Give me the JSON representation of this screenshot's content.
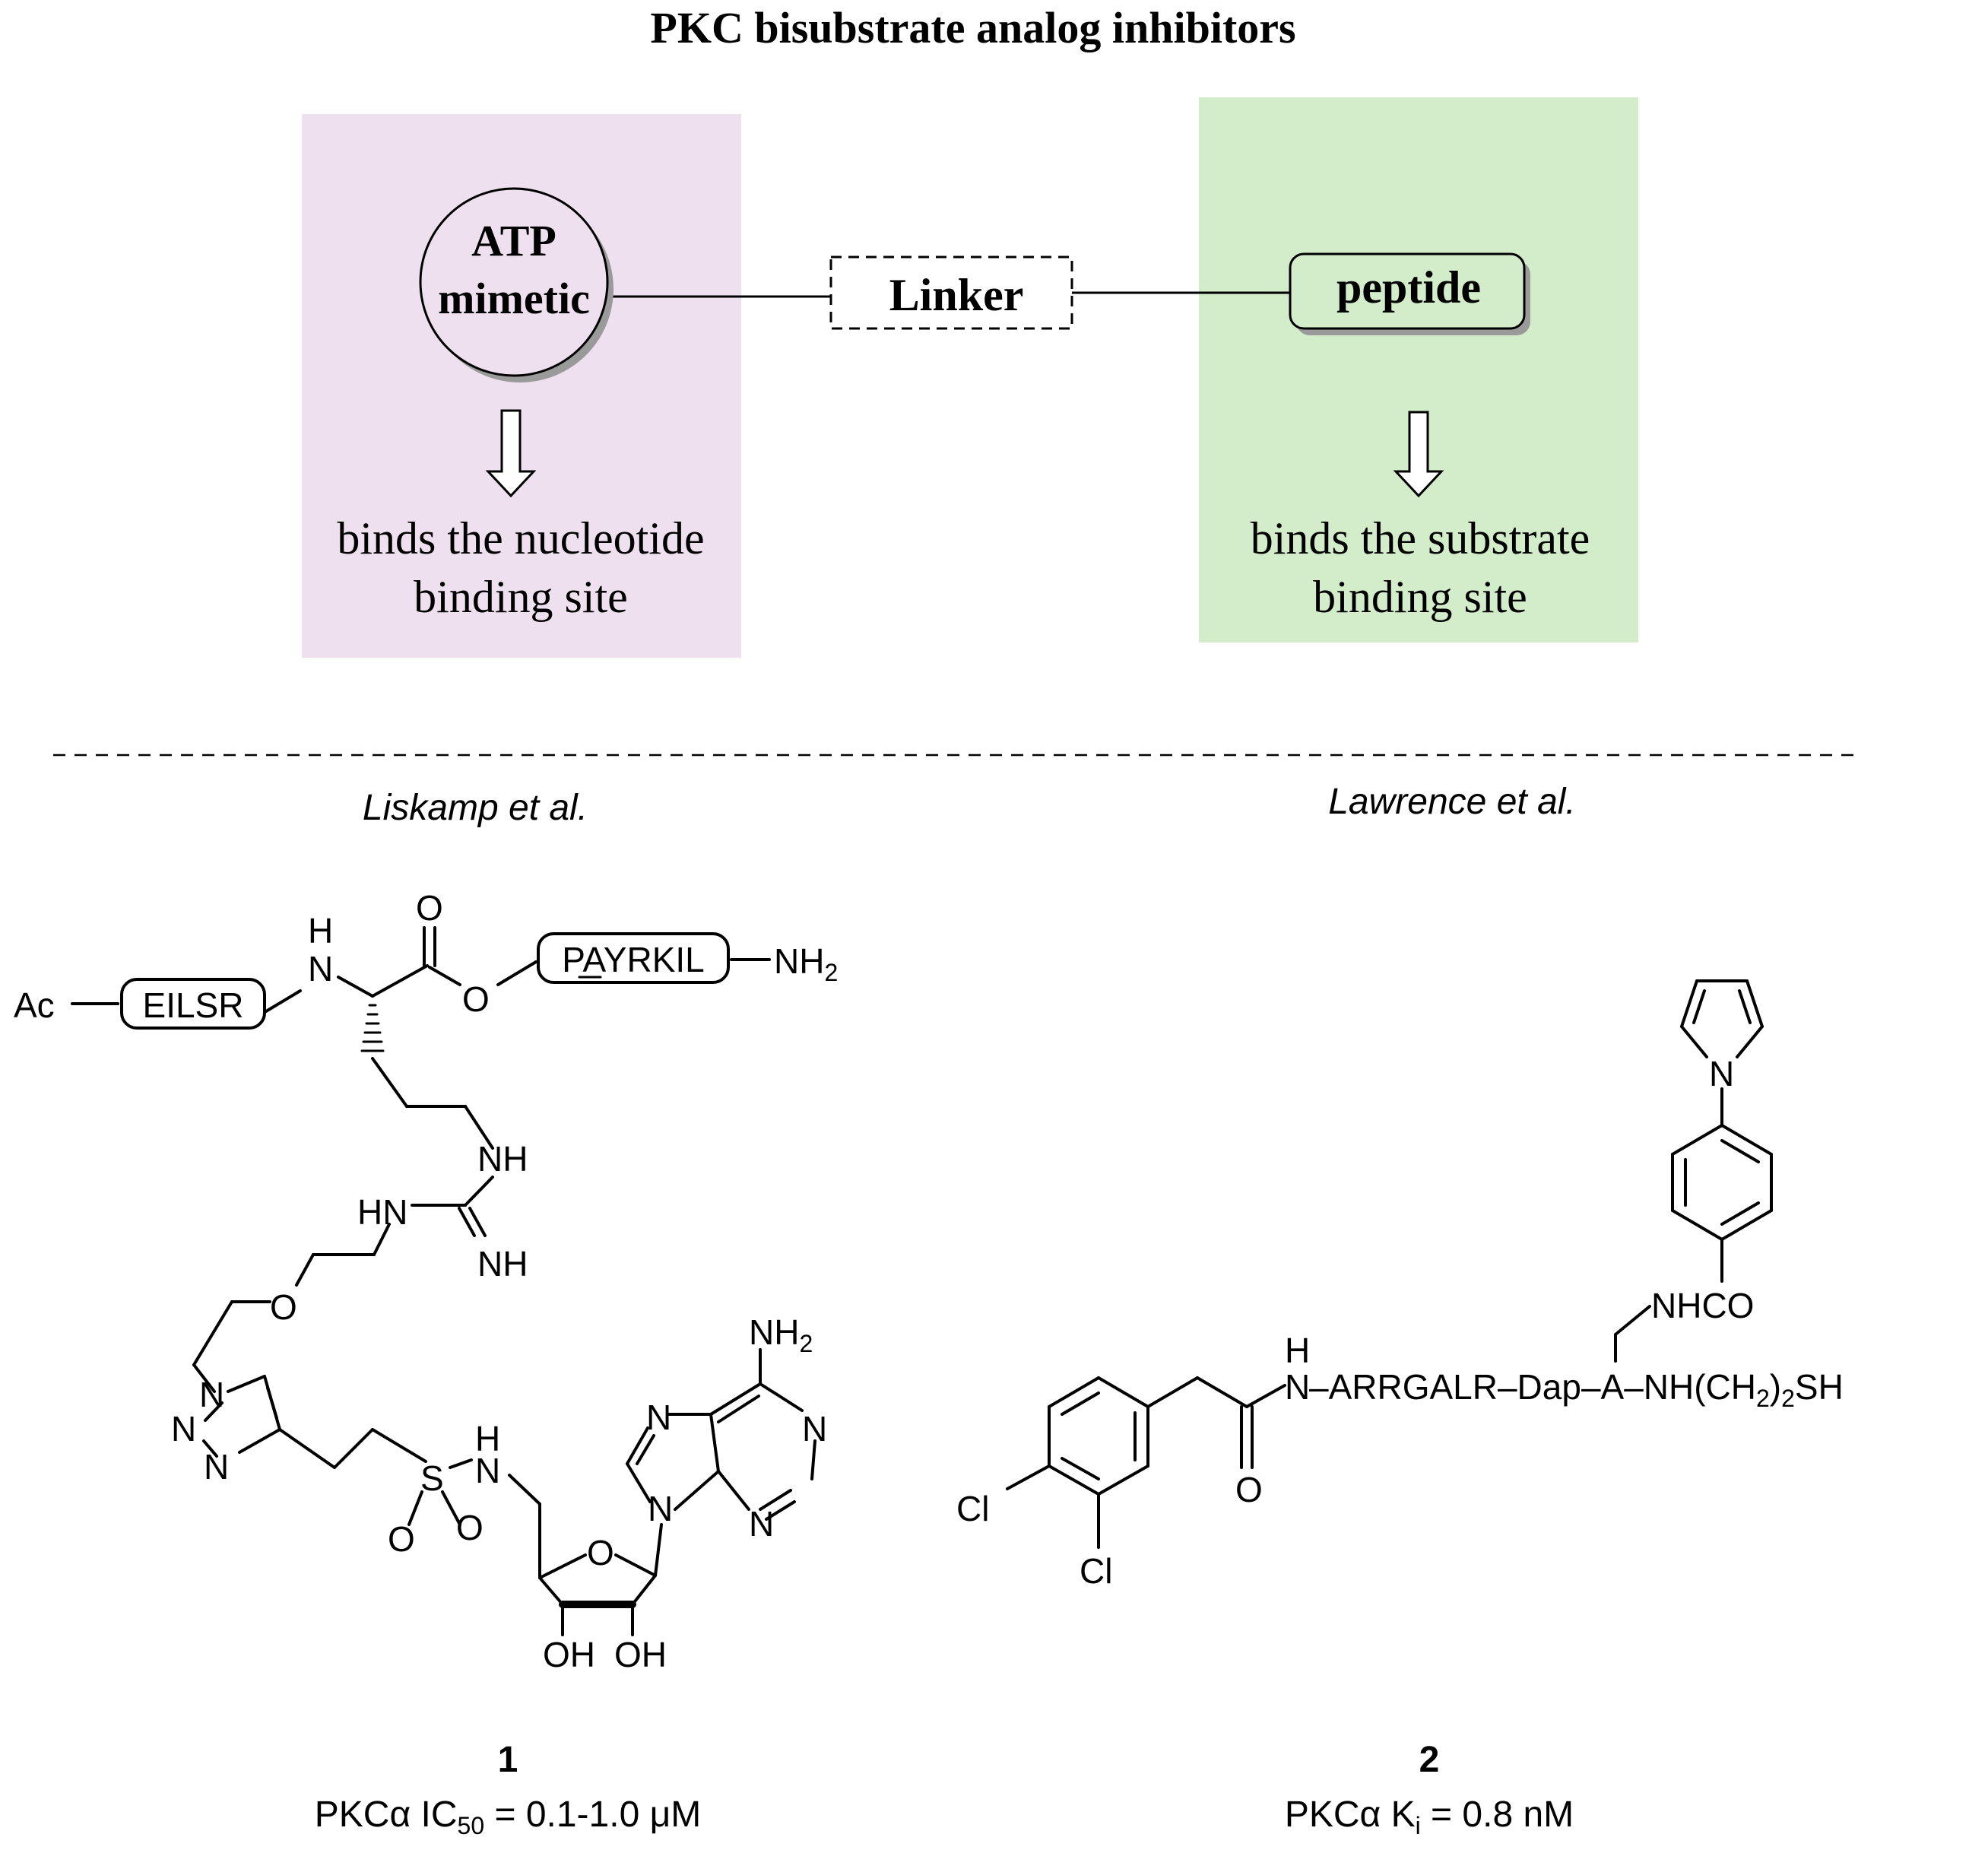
{
  "title": "PKC bisubstrate analog inhibitors",
  "scheme": {
    "atp_mimetic": {
      "line1": "ATP",
      "line2": "mimetic"
    },
    "linker": "Linker",
    "peptide": "peptide",
    "left_caption": {
      "line1": "binds the nucleotide",
      "line2": "binding site"
    },
    "right_caption": {
      "line1": "binds the substrate",
      "line2": "binding site"
    },
    "colors": {
      "left_panel": "#efe0f0",
      "right_panel": "#d3ecc9"
    }
  },
  "compound1": {
    "author": "Liskamp et al.",
    "number": "1",
    "activity": {
      "prefix": "PKCα IC",
      "sub": "50",
      "suffix": " = 0.1-1.0 μM"
    },
    "labels": {
      "ac": "Ac",
      "eilsr": "EILSR",
      "payrkil_p": "P",
      "payrkil_a": "A",
      "payrkil_rest": "YRKIL",
      "nh2_top": "NH",
      "nh2_top_sub": "2",
      "h_amide": "H",
      "n_amide": "N",
      "o_carbonyl": "O",
      "o_ester": "O",
      "nh_guan": "NH",
      "hn_guan": "HN",
      "nh_guan2": "NH",
      "o_ether": "O",
      "n1_triazole": "N",
      "n2_triazole": "N",
      "n3_triazole": "N",
      "s": "S",
      "o_s1": "O",
      "o_s2": "O",
      "h_sulfonamide": "H",
      "n_sulfonamide": "N",
      "o_ring": "O",
      "oh1": "OH",
      "oh2": "OH",
      "nh2_adenine": "NH",
      "nh2_adenine_sub": "2",
      "n7": "N",
      "n9": "N",
      "n1": "N",
      "n3": "N"
    }
  },
  "compound2": {
    "author": "Lawrence et al.",
    "number": "2",
    "activity": {
      "prefix": "PKCα K",
      "sub": "i",
      "suffix": " = 0.8 nM"
    },
    "labels": {
      "h": "H",
      "n": "N",
      "chain": "–ARRGALR–Dap–A–NH(CH",
      "chain_sub": "2",
      "chain_end": ")",
      "chain_sub2": "2",
      "sh": "SH",
      "o": "O",
      "cl1": "Cl",
      "cl2": "Cl",
      "nhco": "NHCO",
      "n_pyrrole": "N"
    }
  }
}
